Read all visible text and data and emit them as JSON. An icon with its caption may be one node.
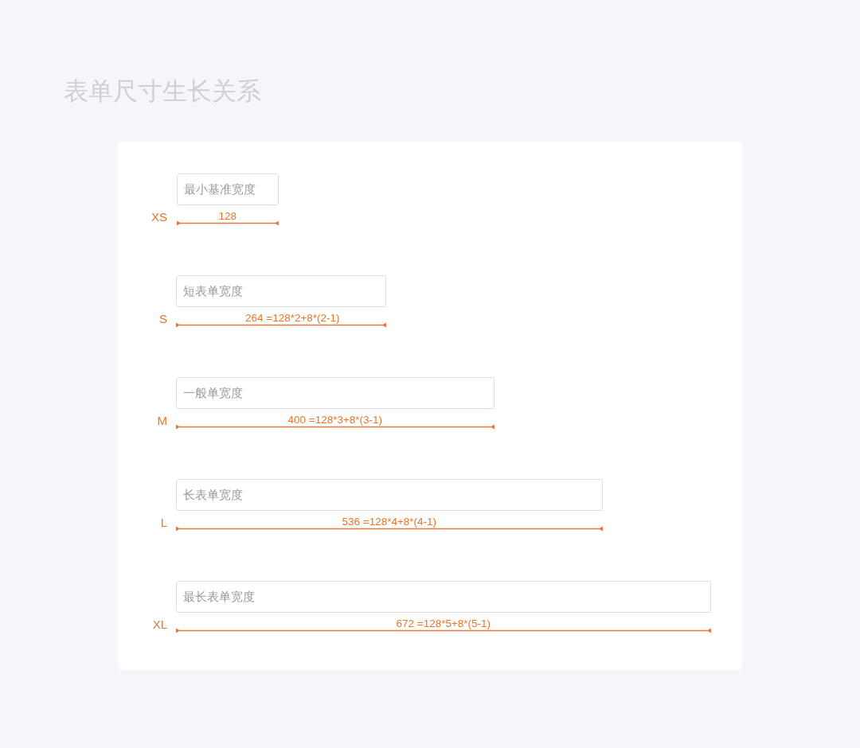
{
  "diagram": {
    "title": "表单尺寸生长关系",
    "nodes": [
      {
        "text": [
          "最小基准宽度"
        ],
        "beside": [
          "XS",
          "128"
        ]
      },
      {
        "text": [
          "短表单宽度"
        ],
        "beside": [
          "S",
          "264 =128*2+8*(2-1)"
        ]
      },
      {
        "text": [
          "一般单宽度"
        ],
        "beside": [
          "M",
          "400 =128*3+8*(3-1)"
        ]
      },
      {
        "text": [
          "长表单宽度"
        ],
        "beside": [
          "L",
          "536 =128*4+8*(4-1)"
        ]
      },
      {
        "text": [
          "最长表单宽度"
        ],
        "beside": [
          "XL",
          "672 =128*5+8*(5-1)"
        ]
      }
    ]
  }
}
